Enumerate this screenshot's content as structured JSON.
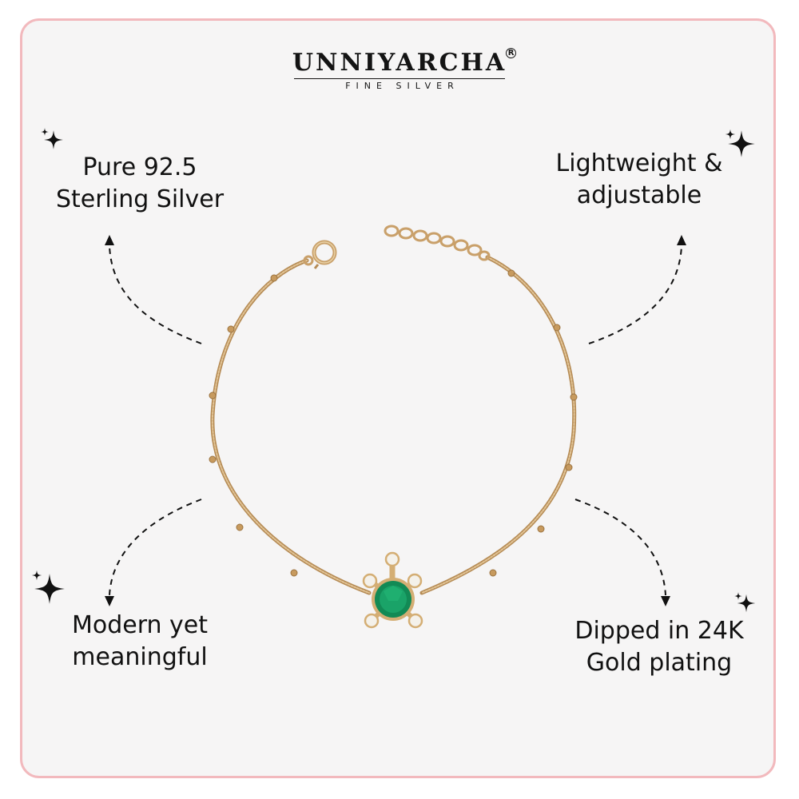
{
  "brand": {
    "name": "UNNIYARCHA",
    "registered": "R",
    "tagline": "FINE SILVER"
  },
  "features": {
    "top_left": [
      "Pure 92.5",
      "Sterling Silver"
    ],
    "top_right": [
      "Lightweight &",
      "adjustable"
    ],
    "bottom_left": [
      "Modern yet",
      "meaningful"
    ],
    "bottom_right": [
      "Dipped in 24K",
      "Gold plating"
    ]
  },
  "colors": {
    "border": "#f2b9bd",
    "background": "#f6f5f5",
    "text": "#111111",
    "chain": "#c9a06a",
    "gem": "#128a55",
    "pearl": "#f4f1ea"
  },
  "icons": [
    "sparkle-icon",
    "arrow-curved-icon"
  ]
}
